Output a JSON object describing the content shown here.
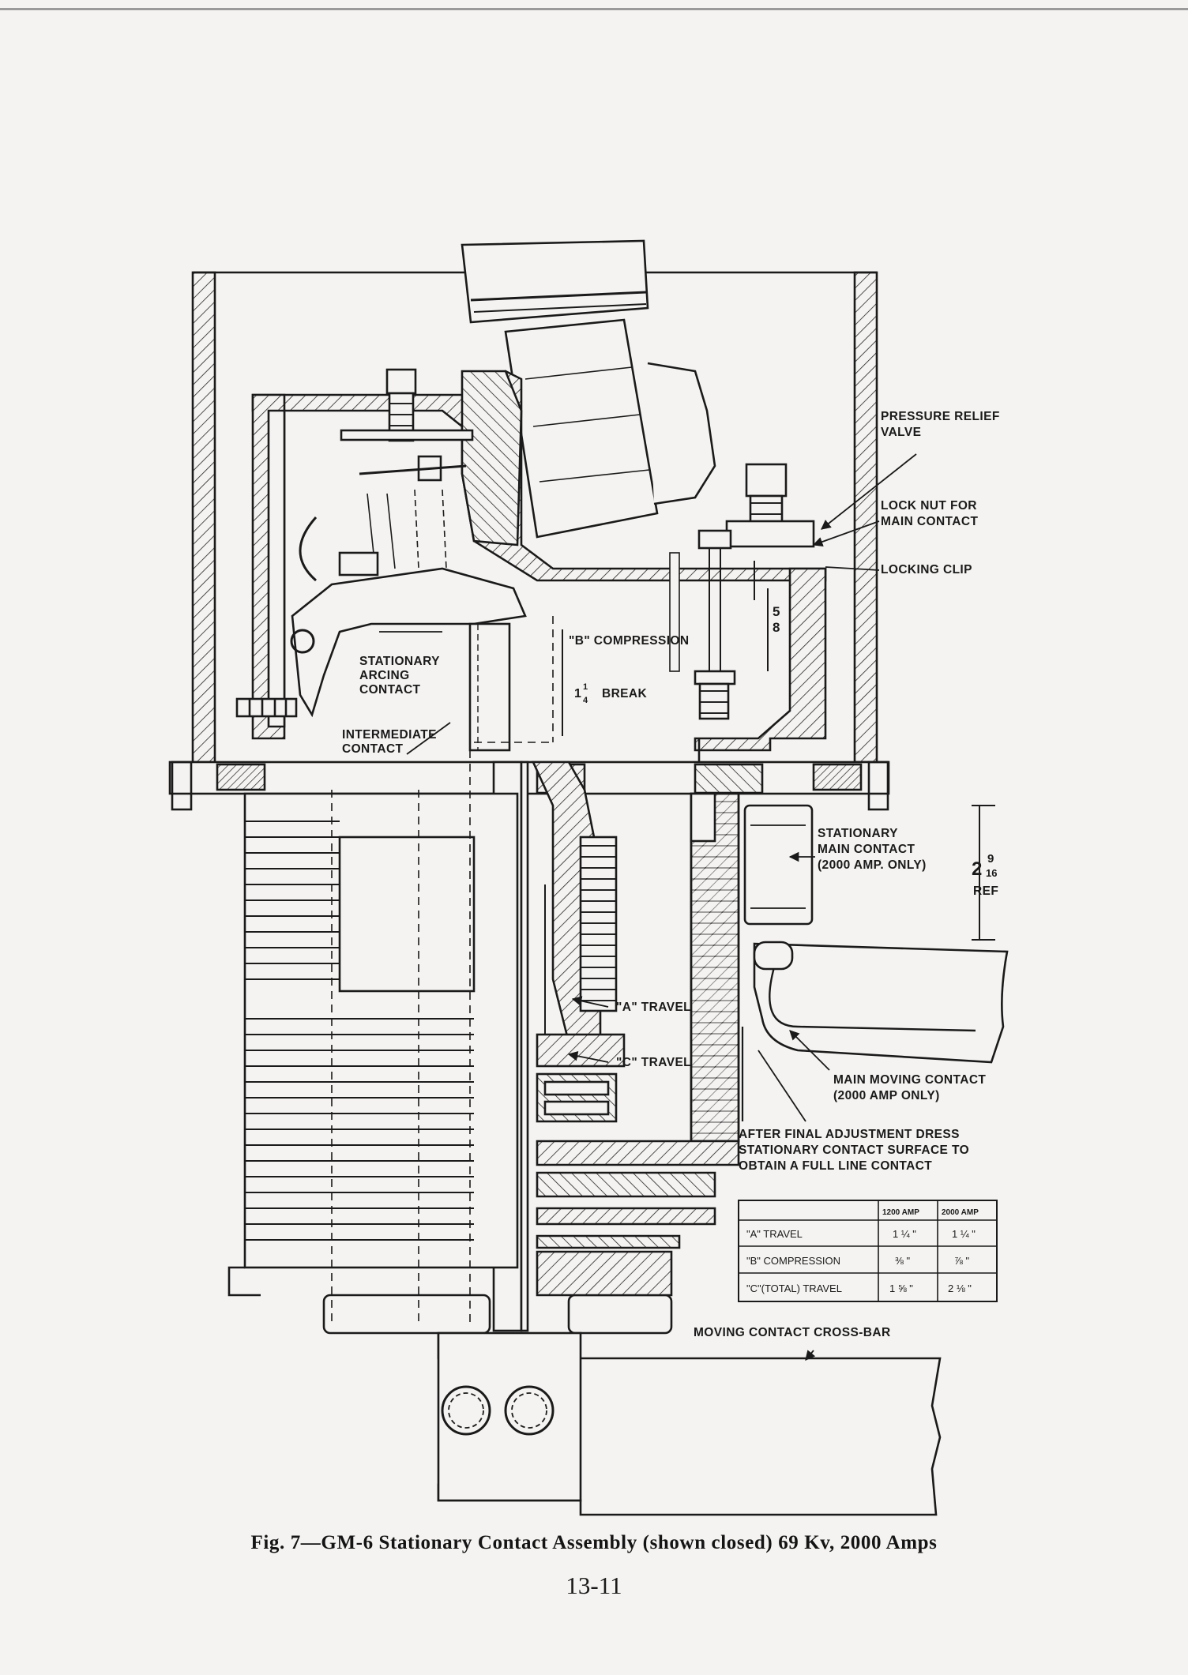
{
  "labels": {
    "pressure_relief_l1": "PRESSURE RELIEF",
    "pressure_relief_l2": "VALVE",
    "lock_nut_l1": "LOCK NUT FOR",
    "lock_nut_l2": "MAIN CONTACT",
    "locking_clip": "LOCKING CLIP",
    "b_compression": "\"B\" COMPRESSION",
    "break_whole": "1",
    "break_num": "1",
    "break_den": "4",
    "break_text": "BREAK",
    "stationary_arcing_l1": "STATIONARY",
    "stationary_arcing_l2": "ARCING",
    "stationary_arcing_l3": "CONTACT",
    "intermediate_l1": "INTERMEDIATE",
    "intermediate_l2": "CONTACT",
    "five_eighths_num": "5",
    "five_eighths_den": "8",
    "stationary_main_l1": "STATIONARY",
    "stationary_main_l2": "MAIN CONTACT",
    "stationary_main_l3": "(2000 AMP. ONLY)",
    "dim_whole": "2",
    "dim_num": "9",
    "dim_den": "16",
    "dim_ref": "REF",
    "a_travel": "\"A\" TRAVEL",
    "c_travel": "\"C\" TRAVEL",
    "main_moving_l1": "MAIN MOVING CONTACT",
    "main_moving_l2": "(2000 AMP ONLY)",
    "after_adjust_l1": "AFTER FINAL ADJUSTMENT DRESS",
    "after_adjust_l2": "STATIONARY CONTACT SURFACE TO",
    "after_adjust_l3": "OBTAIN A FULL LINE CONTACT",
    "cross_bar": "MOVING CONTACT CROSS-BAR"
  },
  "table": {
    "headers": [
      "",
      "1200 AMP",
      "2000 AMP"
    ],
    "rows": [
      [
        "\"A\" TRAVEL",
        "1 ¼ \"",
        "1 ¼ \""
      ],
      [
        "\"B\" COMPRESSION",
        "⅜ \"",
        "⅞ \""
      ],
      [
        "\"C\"(TOTAL) TRAVEL",
        "1 ⅝ \"",
        "2 ⅛ \""
      ]
    ]
  },
  "caption": "Fig. 7—GM-6 Stationary Contact Assembly (shown closed) 69 Kv, 2000 Amps",
  "page_number": "13-11"
}
